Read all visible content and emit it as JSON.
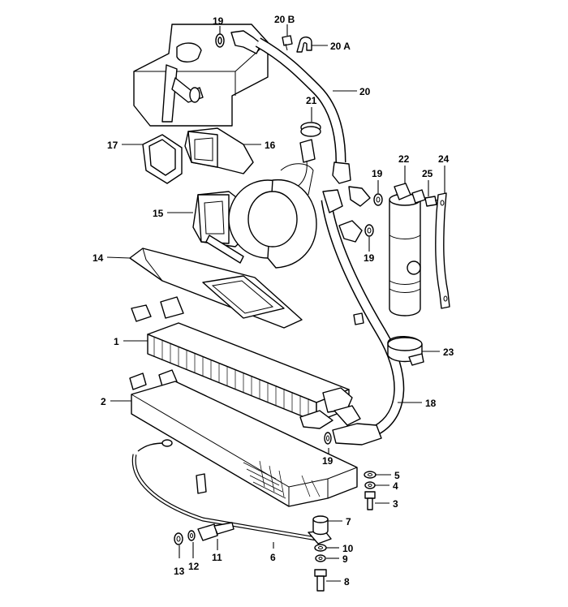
{
  "callouts": {
    "c1": "1",
    "c2": "2",
    "c3": "3",
    "c4": "4",
    "c5": "5",
    "c6": "6",
    "c7": "7",
    "c8": "8",
    "c9": "9",
    "c10": "10",
    "c11": "11",
    "c12": "12",
    "c13": "13",
    "c14": "14",
    "c15": "15",
    "c16": "16",
    "c17": "17",
    "c18": "18",
    "c19a": "19",
    "c19b": "19",
    "c19c": "19",
    "c19d": "19",
    "c20": "20",
    "c20a": "20 A",
    "c20b": "20 B",
    "c21": "21",
    "c22": "22",
    "c23": "23",
    "c24": "24",
    "c25": "25"
  }
}
